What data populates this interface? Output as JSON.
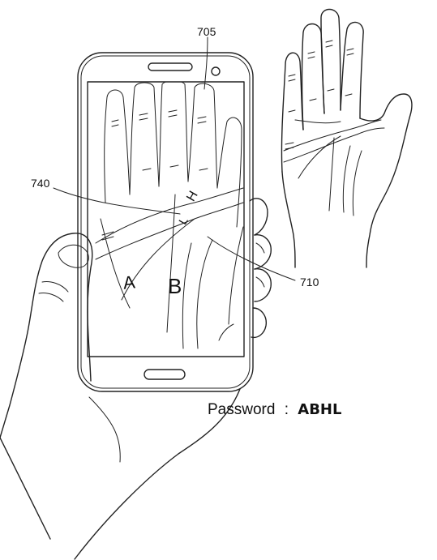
{
  "labels": {
    "ref_705": "705",
    "ref_740": "740",
    "ref_710": "710"
  },
  "palm_letters": {
    "letter_a": "A",
    "letter_b": "B",
    "letter_h": "H",
    "letter_l": "L"
  },
  "password": {
    "label": "Password",
    "separator": ":",
    "value": "ABHL"
  }
}
